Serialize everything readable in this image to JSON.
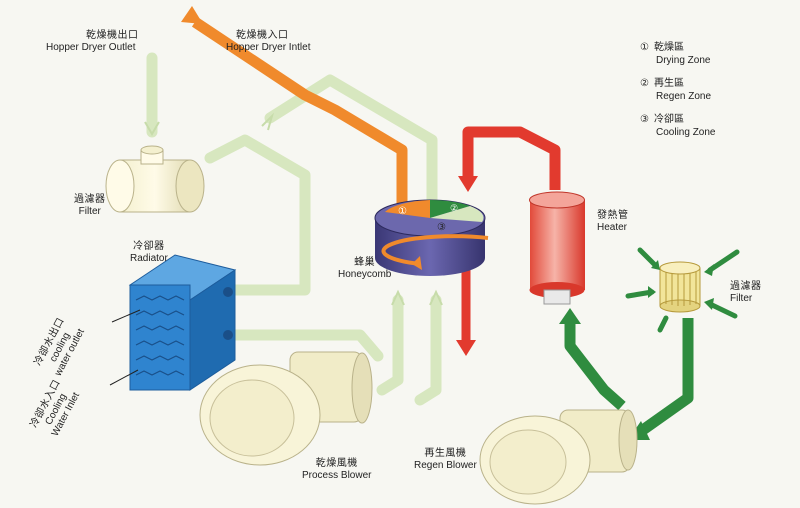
{
  "labels": {
    "hopper_outlet_zh": "乾燥機出口",
    "hopper_outlet_en": "Hopper Dryer Outlet",
    "hopper_inlet_zh": "乾燥機入口",
    "hopper_inlet_en": "Hopper Dryer Intlet",
    "filter_left_zh": "過濾器",
    "filter_left_en": "Filter",
    "radiator_zh": "冷卻器",
    "radiator_en": "Radiator",
    "cooling_out_zh": "冷卻水出口",
    "cooling_out_en1": "cooling",
    "cooling_out_en2": "water outlet",
    "cooling_in_zh": "冷卻水入口",
    "cooling_in_en1": "Cooling",
    "cooling_in_en2": "Water Inlet",
    "honeycomb_zh": "蜂巢",
    "honeycomb_en": "Honeycomb",
    "heater_zh": "發熱管",
    "heater_en": "Heater",
    "filter_right_zh": "過濾器",
    "filter_right_en": "Filter",
    "process_blower_zh": "乾燥風機",
    "process_blower_en": "Process Blower",
    "regen_blower_zh": "再生風機",
    "regen_blower_en": "Regen Blower"
  },
  "legend": [
    {
      "num": "①",
      "zh": "乾燥區",
      "en": "Drying Zone"
    },
    {
      "num": "②",
      "zh": "再生區",
      "en": "Regen Zone"
    },
    {
      "num": "③",
      "zh": "冷卻區",
      "en": "Cooling Zone"
    }
  ],
  "wheel_marks": [
    "①",
    "②",
    "③"
  ],
  "colors": {
    "process_air": "#d6e6bd",
    "hot_air_orange": "#f08a2c",
    "regen_red": "#e63a2e",
    "regen_green": "#2e8a3e",
    "radiator_blue": "#2f7fc8",
    "equipment_cream": "#f5f1d2",
    "honeycomb_purple": "#4e4a8c"
  }
}
